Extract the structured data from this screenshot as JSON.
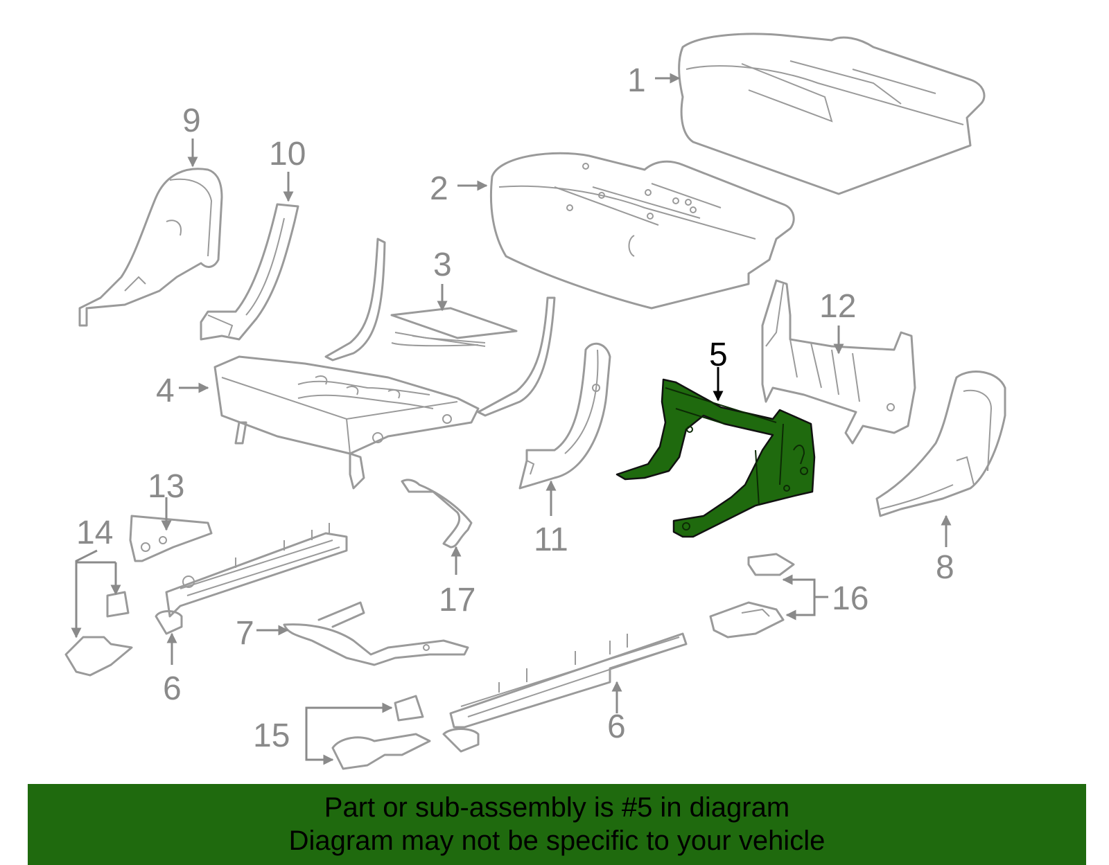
{
  "callouts": {
    "c1": "1",
    "c2": "2",
    "c3": "3",
    "c4": "4",
    "c5": "5",
    "c6a": "6",
    "c6b": "6",
    "c7": "7",
    "c8": "8",
    "c9": "9",
    "c10": "10",
    "c11": "11",
    "c12": "12",
    "c13": "13",
    "c14": "14",
    "c15": "15",
    "c16": "16",
    "c17": "17"
  },
  "highlighted_part": "5",
  "colors": {
    "highlight": "#1f6a0e",
    "line": "#9a9a9a",
    "banner": "#1f6a0e"
  },
  "footer": {
    "line1": "Part or sub-assembly is #5 in diagram",
    "line2": "Diagram may not be specific to your vehicle"
  }
}
